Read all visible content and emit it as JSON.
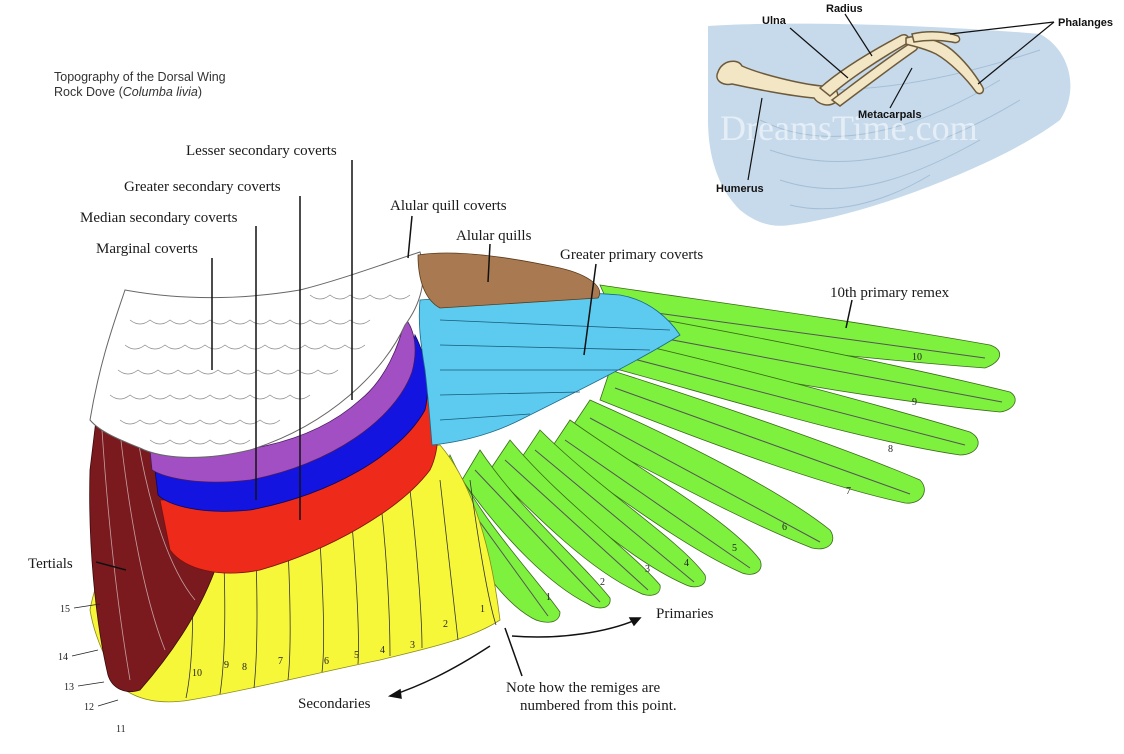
{
  "header": {
    "title": "Topography of the Dorsal Wing",
    "subtitle_prefix": "Rock Dove (",
    "subtitle_species": "Columba livia",
    "subtitle_suffix": ")"
  },
  "regions": {
    "lesser_secondary_coverts": "Lesser secondary coverts",
    "greater_secondary_coverts": "Greater secondary coverts",
    "median_secondary_coverts": "Median secondary coverts",
    "marginal_coverts": "Marginal coverts",
    "alular_quill_coverts": "Alular quill coverts",
    "alular_quills": "Alular quills",
    "greater_primary_coverts": "Greater primary coverts",
    "tenth_primary_remex": "10th primary remex",
    "tertials": "Tertials",
    "primaries": "Primaries",
    "secondaries": "Secondaries",
    "note_line1": "Note how the remiges are",
    "note_line2": "numbered from this point."
  },
  "primary_numbers": [
    "1",
    "2",
    "3",
    "4",
    "5",
    "6",
    "7",
    "8",
    "9",
    "10"
  ],
  "secondary_numbers": [
    "1",
    "2",
    "3",
    "4",
    "5",
    "6",
    "7",
    "8",
    "9",
    "10"
  ],
  "tertial_numbers": [
    "15",
    "14",
    "13",
    "12",
    "11"
  ],
  "skeleton": {
    "ulna": "Ulna",
    "radius": "Radius",
    "phalanges": "Phalanges",
    "metacarpals": "Metacarpals",
    "humerus": "Humerus",
    "watermark": "DreamsTime.com"
  },
  "colors": {
    "marginal": "#ffffff",
    "lesser": "#a24fc3",
    "median": "#1414e0",
    "greater": "#ee2a1a",
    "tertials": "#7a1a1e",
    "secondaries": "#f7f73a",
    "primaries": "#7ef03e",
    "primary_coverts": "#5ccbef",
    "alular": "#a97a52",
    "skeleton_wing": "#bcd3e7",
    "bone": "#f2e6c4"
  }
}
